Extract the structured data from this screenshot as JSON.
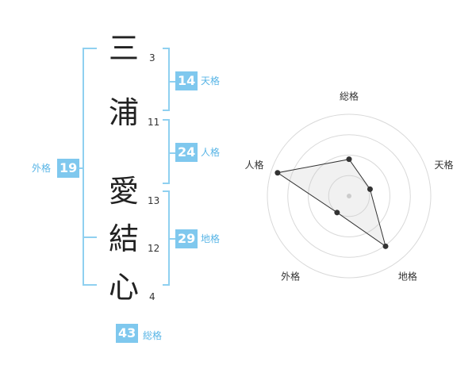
{
  "name_characters": [
    {
      "char": "三",
      "strokes": "3"
    },
    {
      "char": "浦",
      "strokes": "11"
    },
    {
      "char": "愛",
      "strokes": "13"
    },
    {
      "char": "結",
      "strokes": "12"
    },
    {
      "char": "心",
      "strokes": "4"
    }
  ],
  "kakusu": {
    "tenkaku": {
      "value": "14",
      "label": "天格"
    },
    "jinkaku": {
      "value": "24",
      "label": "人格"
    },
    "chikaku": {
      "value": "29",
      "label": "地格"
    },
    "gaikaku": {
      "value": "19",
      "label": "外格"
    },
    "soukaku": {
      "value": "43",
      "label": "総格"
    }
  },
  "colors": {
    "bracket": "#8fd0f0",
    "badge": "#7fc8ee",
    "label": "#59b5e6"
  },
  "chart_data": {
    "type": "radar",
    "axes": [
      "総格",
      "天格",
      "地格",
      "外格",
      "人格"
    ],
    "values": [
      0.45,
      0.27,
      0.76,
      0.25,
      0.92
    ],
    "range": [
      0,
      1
    ],
    "rings": 4
  }
}
